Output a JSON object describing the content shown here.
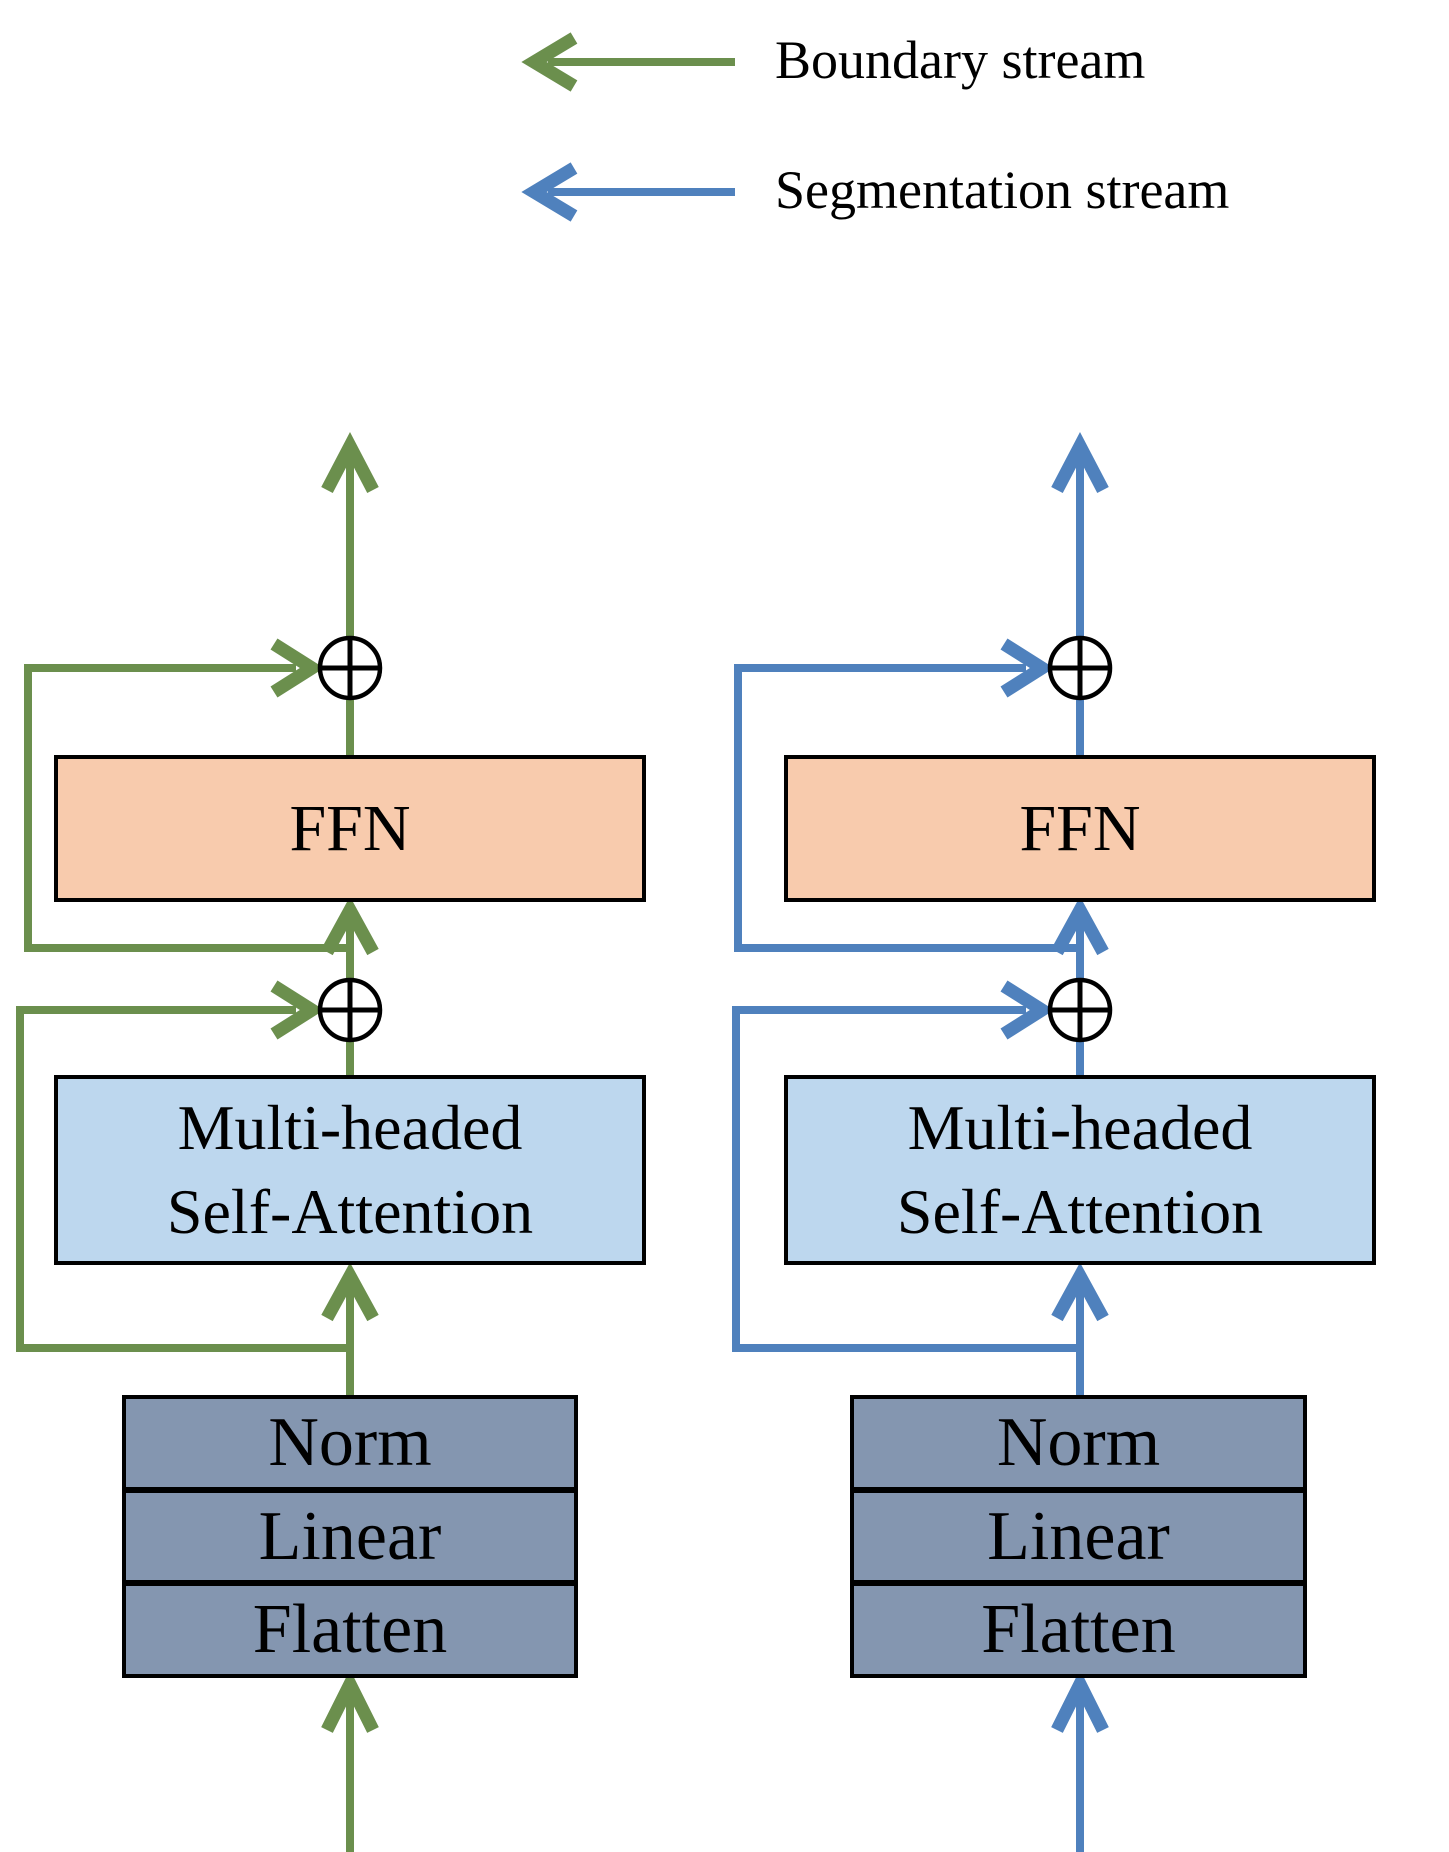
{
  "legend": {
    "items": [
      {
        "id": "boundary",
        "label": "Boundary stream"
      },
      {
        "id": "segmentation",
        "label": "Segmentation stream"
      }
    ]
  },
  "colors": {
    "boundary_stream": "#6b8f4d",
    "segmentation_stream": "#4f81bd",
    "ffn_fill": "#f8cbad",
    "attention_fill": "#bdd7ee",
    "stack_fill": "#8496b0",
    "outline": "#000000",
    "background": "#ffffff"
  },
  "columns": [
    {
      "id": "boundary",
      "ffn_label": "FFN",
      "attention_lines": [
        "Multi-headed",
        "Self-Attention"
      ],
      "stack_labels": [
        "Norm",
        "Linear",
        "Flatten"
      ]
    },
    {
      "id": "segmentation",
      "ffn_label": "FFN",
      "attention_lines": [
        "Multi-headed",
        "Self-Attention"
      ],
      "stack_labels": [
        "Norm",
        "Linear",
        "Flatten"
      ]
    }
  ]
}
